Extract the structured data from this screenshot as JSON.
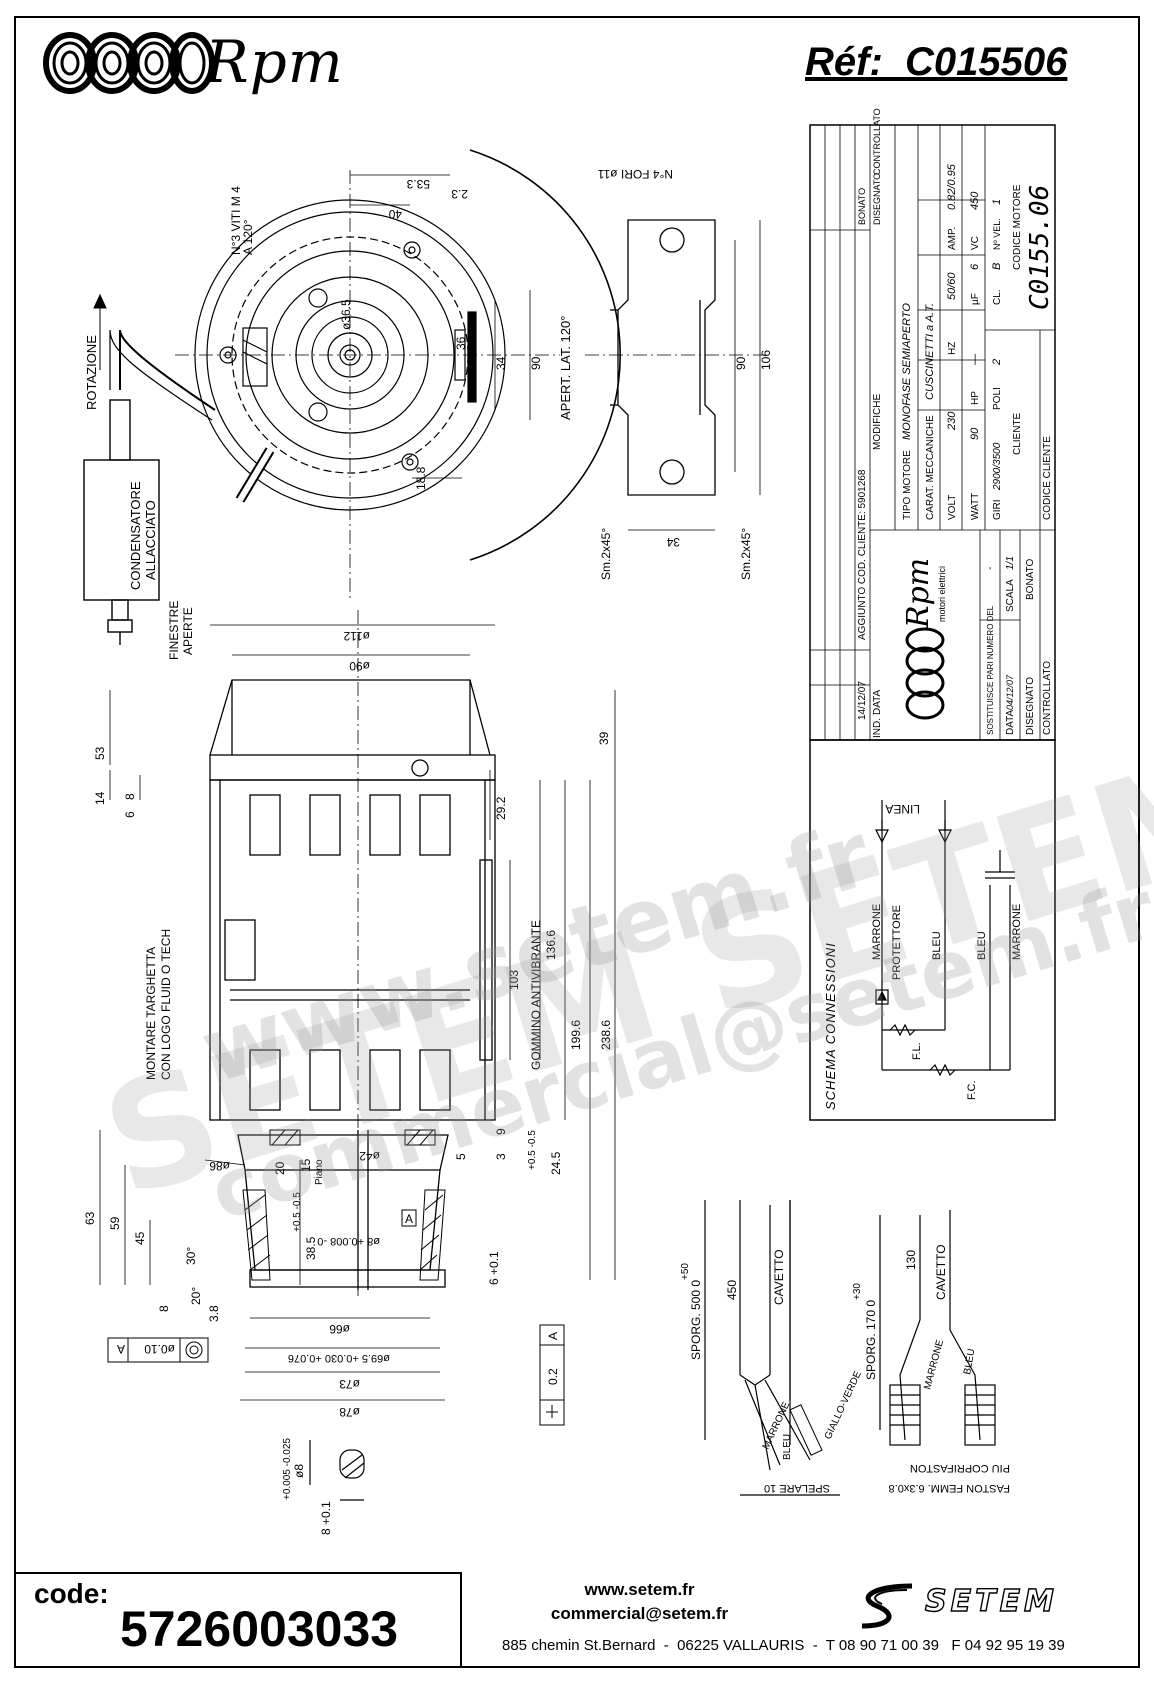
{
  "header": {
    "brand": "Rpm",
    "reference": "Réf:  C015506"
  },
  "drawing": {
    "front_view": {
      "screws_note": "N°3 VITI M 4",
      "screws_angle": "A 120°",
      "rotation_label": "ROTAZIONE",
      "dim_53_3": "53.3",
      "dim_40": "40",
      "dim_2_3": "2.3",
      "dim_diam_36_5": "ø36.5",
      "dim_36": "36",
      "dim_34": "34",
      "dim_90": "90",
      "dim_18_8": "18.8",
      "aperture_note": "APERT. LAT. 120°",
      "capacitor_label_1": "CONDENSATORE",
      "capacitor_label_2": "ALLACCIATO"
    },
    "bracket_view": {
      "holes_note": "N°4 FORI ø11",
      "dim_90": "90",
      "dim_106": "106",
      "dim_34": "34",
      "chamfer_left": "Sm.2x45°",
      "chamfer_right": "Sm.2x45°"
    },
    "side_view": {
      "windows_label_1": "FINESTRE",
      "windows_label_2": "APERTE",
      "dim_diam_112": "ø112",
      "dim_diam_90": "ø90",
      "dim_53": "53",
      "dim_39": "39",
      "dim_14": "14",
      "dim_6": "6",
      "dim_8": "8",
      "dim_29_2": "29.2",
      "dim_136_6": "136.6",
      "dim_103": "103",
      "dim_199_6": "199.6",
      "dim_238_6": "238.6",
      "antivibration_label": "GOMMINO ANTIVIBRANTE",
      "plate_label_1": "MONTARE TARGHETTA",
      "plate_label_2": "CON LOGO FLUID O TECH",
      "dim_9": "9",
      "dim_3": "3",
      "dim_5": "5",
      "tol_05": "+0.5  -0.5",
      "dim_24_5": "24.5",
      "dim_diam_42": "ø42",
      "dim_diam_86": "ø86",
      "dim_20": "20",
      "dim_15": "15",
      "piano": "Piano",
      "dim_63": "63",
      "dim_59": "59",
      "dim_45": "45",
      "dim_38_5": "38.5",
      "tol_38_5": "+0.5  -0.5",
      "shaft": "ø8 +0.008  -0",
      "datum": "A",
      "dim_6_0_1": "6 +0.1",
      "angle_30": "30°",
      "angle_20": "20°",
      "dim_3_8": "3.8",
      "dim_diam_66": "ø66",
      "dim_diam_69_5": "ø69.5 +0.030  +0.076",
      "dim_diam_73": "ø73",
      "dim_diam_78": "ø78",
      "concentricity": "ø0.10",
      "perpendicularity": "0.2",
      "key_dim": "ø8",
      "key_tol": "+0.005  -0.025",
      "key_8": "8 +0.1"
    },
    "cable_1": {
      "sporg": "SPORG. 500  0",
      "tol": "+50",
      "dim_450": "450",
      "cavetto": "CAVETTO",
      "wire_1": "MARRONE",
      "wire_2": "BLEU",
      "wire_3": "GIALLO-VERDE",
      "strip": "SPELARE 10"
    },
    "cable_2": {
      "sporg": "SPORG. 170  0",
      "tol": "+30",
      "dim_130": "130",
      "cavetto": "CAVETTO",
      "wire_1": "MARRONE",
      "wire_2": "BLEU",
      "connector_1": "PIU COPRIFASTON",
      "connector_2": "FASTON FEMM. 6.3x0.8"
    }
  },
  "title_block": {
    "revision_date": "14/12/07",
    "revision_note": "AGGIUNTO COD. CLIENTE: 5901268",
    "revision_by": "BONATO",
    "col_ind": "IND.",
    "col_data": "DATA",
    "col_modifiche": "MODIFICHE",
    "col_disegnato": "DISEGNATO",
    "col_controllato": "CONTROLLATO",
    "motor_type_label": "TIPO MOTORE",
    "motor_type": "MONOFASE SEMIAPERTO",
    "mech_label": "CARAT. MECCANICHE",
    "mech_value": "CUSCINETTI a A.T.",
    "volt_label": "VOLT",
    "volt": "230",
    "hz_label": "HZ",
    "hz": "50/60",
    "amp_label": "AMP.",
    "amp": "0.82/0.95",
    "watt_label": "WATT",
    "watt": "90",
    "hp_label": "HP",
    "hp": "—",
    "uf_label": "µF",
    "uf": "6",
    "vc_label": "VC",
    "vc": "450",
    "giri_label": "GIRI",
    "giri": "2900/3500",
    "poli_label": "POLI",
    "poli": "2",
    "cl_label": "CL.",
    "cl": "B",
    "nvel_label": "Nº VEL.",
    "nvel": "1",
    "cliente_label": "CLIENTE",
    "codice_motore_label": "CODICE MOTORE",
    "codice_motore": "C0155.06",
    "codice_cliente_label": "CODICE CLIENTE",
    "logo_brand": "Rpm",
    "logo_sub": "motori elettrici",
    "sostituisce_label": "SOSTITUISCE PARI NUMERO DEL",
    "sostituisce": "-",
    "scala_label": "SCALA",
    "scala": "1/1",
    "data_label": "DATA",
    "data": "04/12/07",
    "disegnato_label": "DISEGNATO",
    "disegnato": "BONATO",
    "controllato_label": "CONTROLLATO"
  },
  "schema": {
    "title": "SCHEMA CONNESSIONI",
    "linea": "LINEA",
    "marrone_1": "MARRONE",
    "protettore": "PROTETTORE",
    "bleu_1": "BLEU",
    "bleu_2": "BLEU",
    "marrone_2": "MARRONE",
    "fl": "F.L.",
    "fc": "F.C."
  },
  "watermark": {
    "line_1": "www.setem.fr",
    "line_2": "SETEM SETEM",
    "line_3": "commercial@setem.fr"
  },
  "footer": {
    "code_label": "code:",
    "code_value": "5726003033",
    "website": "www.setem.fr",
    "email": "commercial@setem.fr",
    "address": "885 chemin St.Bernard  -  06225 VALLAURIS  -  T 08 90 71 00 39   F 04 92 95 19 39",
    "company": "SETEM"
  }
}
